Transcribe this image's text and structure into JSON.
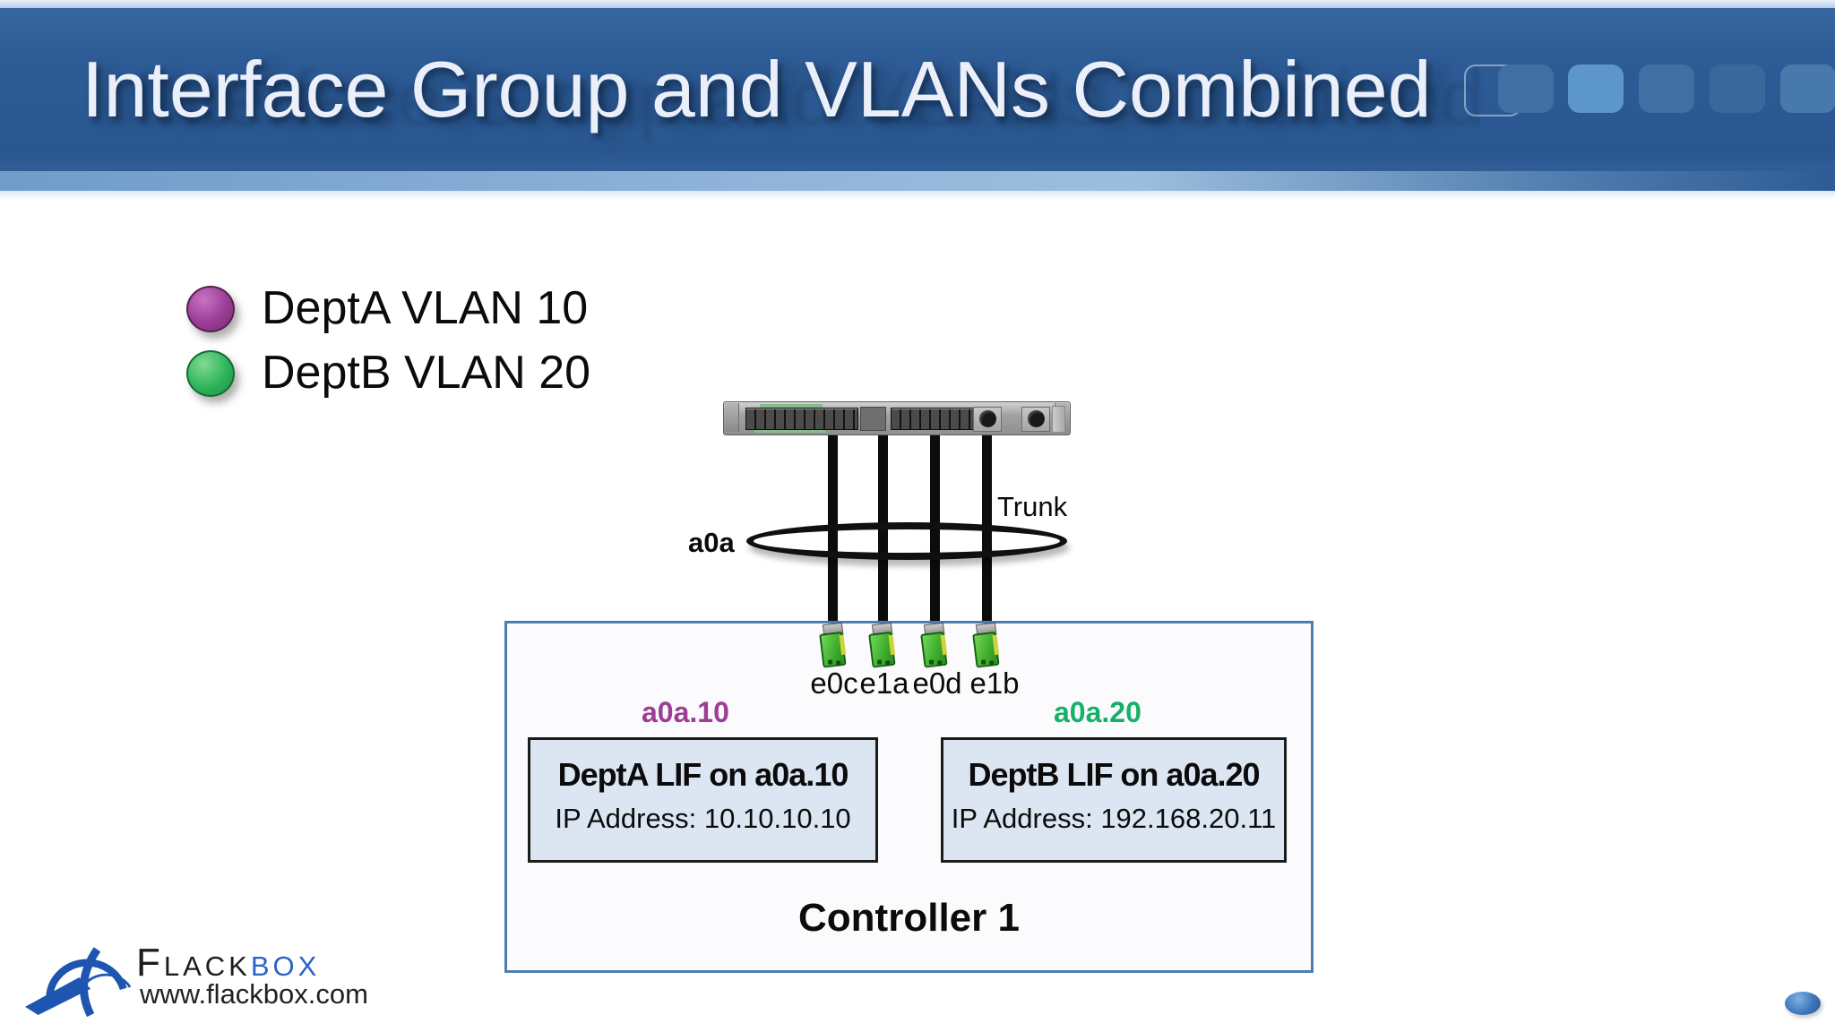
{
  "header": {
    "title": "Interface Group and VLANs Combined"
  },
  "legend": {
    "items": [
      {
        "label": "DeptA VLAN 10",
        "color": "#9b3d96"
      },
      {
        "label": "DeptB VLAN 20",
        "color": "#2eb45c"
      }
    ]
  },
  "diagram": {
    "ifgrp_label": "a0a",
    "trunk_label": "Trunk",
    "ports": [
      "e0c",
      "e1a",
      "e0d",
      "e1b"
    ],
    "vlan_labels": [
      {
        "text": "a0a.10",
        "color": "#9c3d96"
      },
      {
        "text": "a0a.20",
        "color": "#17b06a"
      }
    ],
    "lifs": [
      {
        "title": "DeptA LIF on a0a.10",
        "ip_line": "IP Address: 10.10.10.10"
      },
      {
        "title": "DeptB LIF on a0a.20",
        "ip_line": "IP Address: 192.168.20.11"
      }
    ],
    "controller_label": "Controller 1"
  },
  "footer": {
    "brand_primary": "Flack",
    "brand_secondary": "box",
    "url": "www.flackbox.com"
  },
  "colors": {
    "header_blue": "#2d5b95",
    "accent_bright": "#5d96cb",
    "vlan_a_purple": "#9c3d96",
    "vlan_b_green": "#17b06a",
    "lif_box_fill": "#dce6f2",
    "controller_border": "#4c7cb3",
    "brand_blue": "#2a62c6"
  }
}
